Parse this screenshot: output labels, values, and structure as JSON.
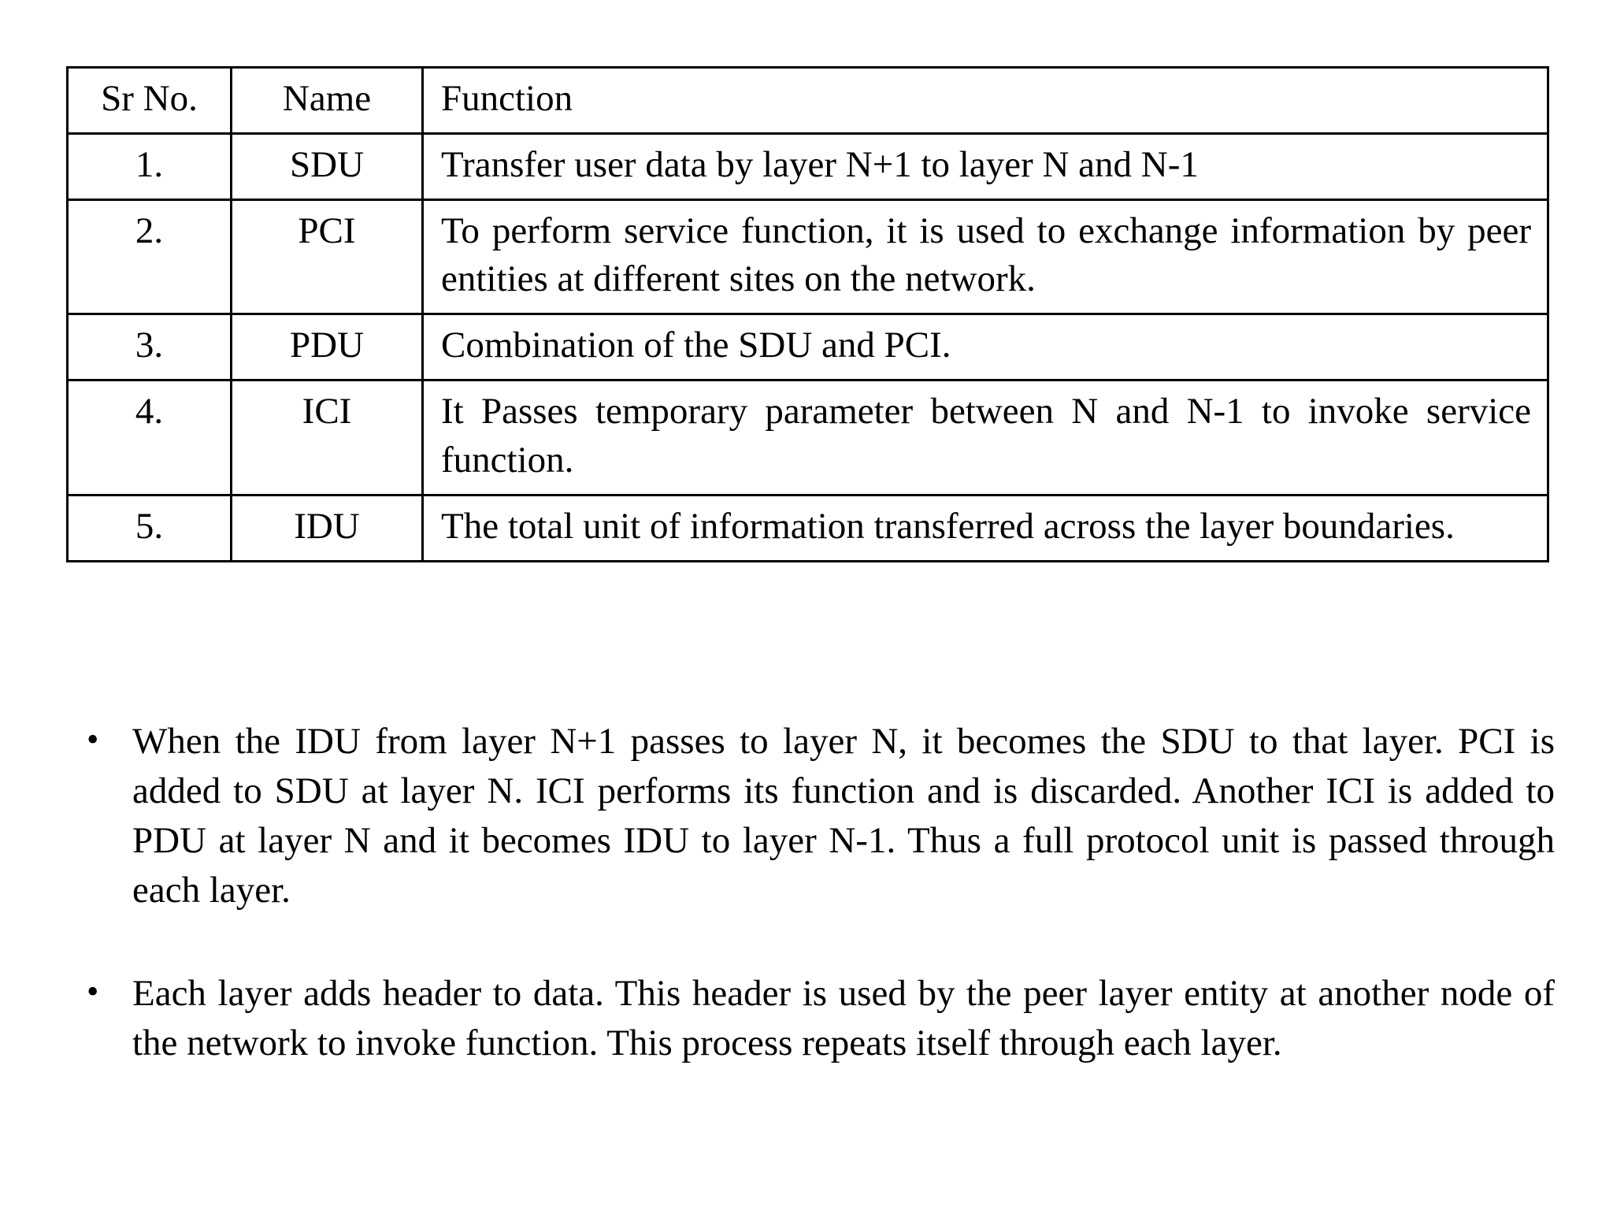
{
  "document": {
    "table": {
      "headers": [
        "Sr No.",
        "Name",
        "Function"
      ],
      "rows": [
        {
          "sr": "1.",
          "name": "SDU",
          "function": "Transfer user data by layer N+1 to layer N and N-1",
          "lines": 1
        },
        {
          "sr": "2.",
          "name": "PCI",
          "function": "To perform service function, it is used to exchange information by peer entities at different sites on the network.",
          "lines": 2
        },
        {
          "sr": "3.",
          "name": "PDU",
          "function": "Combination of the SDU and PCI.",
          "lines": 1
        },
        {
          "sr": "4.",
          "name": "ICI",
          "function": "It Passes temporary parameter between N and N-1 to invoke service function.",
          "lines": 2
        },
        {
          "sr": "5.",
          "name": "IDU",
          "function": "The total unit of information transferred across the layer boundaries.",
          "lines": 2
        }
      ]
    },
    "bullets": [
      {
        "marker": "•",
        "text": "When the IDU from layer N+1 passes to layer N, it becomes the SDU to that layer. PCI is added to SDU at layer N. ICI performs its function and is discarded. Another ICI is added to PDU at layer N and it becomes IDU to layer N-1. Thus a full protocol unit is passed through each layer."
      },
      {
        "marker": "•",
        "text": "Each layer adds header to data. This header is used by the peer layer entity at another node of the network to invoke function. This process repeats itself through each layer."
      }
    ]
  },
  "colors": {
    "text": "#000000",
    "background": "#ffffff",
    "border": "#000000"
  }
}
